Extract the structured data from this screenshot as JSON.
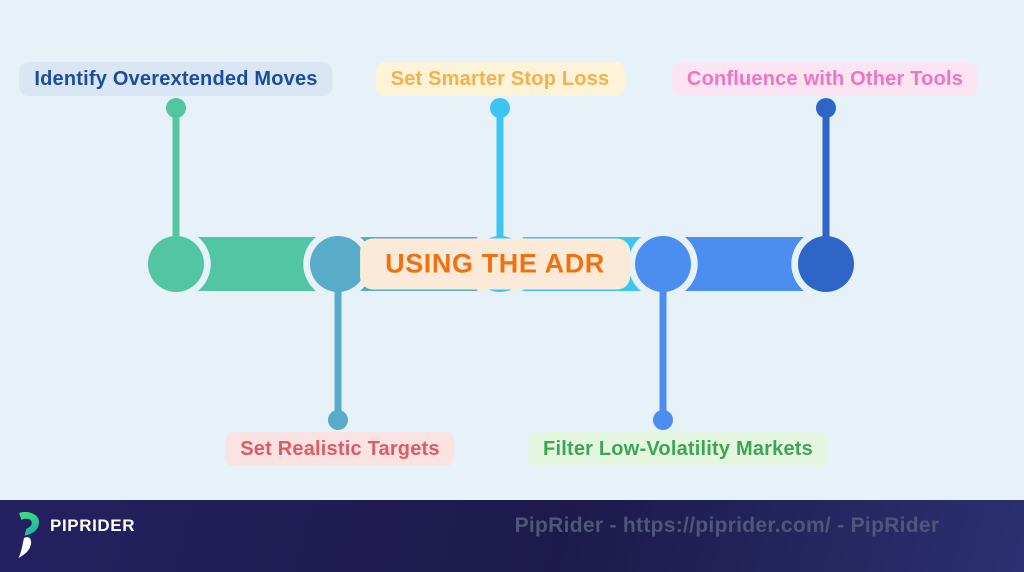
{
  "background_color": "#e7f1f8",
  "title_chip": {
    "label": "USING THE ADR",
    "text_color": "#f2700f",
    "bg_color": "#fcead9"
  },
  "steps": [
    {
      "label": "Identify Overextended Moves",
      "position": "top",
      "text_color": "#1a4da0",
      "bg_color": "#dbe6f5",
      "node_color": "#52c6a3"
    },
    {
      "label": "Set Realistic Targets",
      "position": "bottom",
      "text_color": "#dd5a66",
      "bg_color": "#fbe2e3",
      "node_color": "#58abc9"
    },
    {
      "label": "Set Smarter Stop Loss",
      "position": "top",
      "text_color": "#f4b04b",
      "bg_color": "#fdf3d9",
      "node_color": "#3cc5f2"
    },
    {
      "label": "Filter Low-Volatility Markets",
      "position": "bottom",
      "text_color": "#3fa556",
      "bg_color": "#e5f6e0",
      "node_color": "#4c8df0"
    },
    {
      "label": "Confluence with Other Tools",
      "position": "top",
      "text_color": "#f173c1",
      "bg_color": "#fce5f3",
      "node_color": "#2e65c6"
    }
  ],
  "footer": {
    "brand": "PIPRIDER",
    "credit": "PipRider - https://piprider.com/ - PipRider",
    "bg_color": "#211d52",
    "logo_green": "#3bd97e",
    "logo_teal": "#1fb8a6"
  }
}
